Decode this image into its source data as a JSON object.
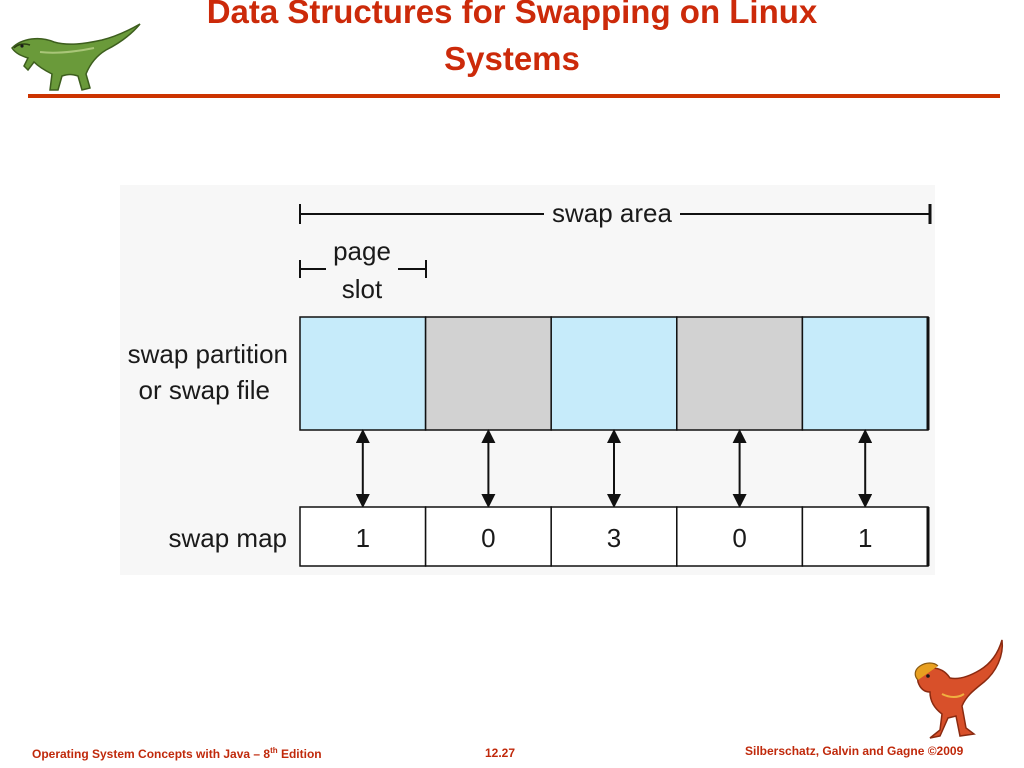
{
  "slide": {
    "title_line1": "Data Structures for Swapping on Linux",
    "title_line2": "Systems"
  },
  "diagram": {
    "swap_area_label": "swap area",
    "page_slot_label_line1": "page",
    "page_slot_label_line2": "slot",
    "partition_label_line1": "swap partition",
    "partition_label_line2": "or swap file",
    "swap_map_label": "swap map",
    "slots": [
      {
        "state": "in-use",
        "count": "1"
      },
      {
        "state": "free",
        "count": "0"
      },
      {
        "state": "in-use",
        "count": "3"
      },
      {
        "state": "free",
        "count": "0"
      },
      {
        "state": "in-use",
        "count": "1"
      }
    ],
    "colors": {
      "in_use_fill": "#c6ebfa",
      "free_fill": "#d2d2d2",
      "background_panel": "#f7f7f7"
    }
  },
  "footer": {
    "left_text": "Operating System Concepts  with Java – 8",
    "left_sup": "th",
    "left_suffix": " Edition",
    "page_number": "12.27",
    "copyright": "Silberschatz, Galvin and Gagne ©2009"
  },
  "theme": {
    "accent": "#cc2a0a"
  }
}
